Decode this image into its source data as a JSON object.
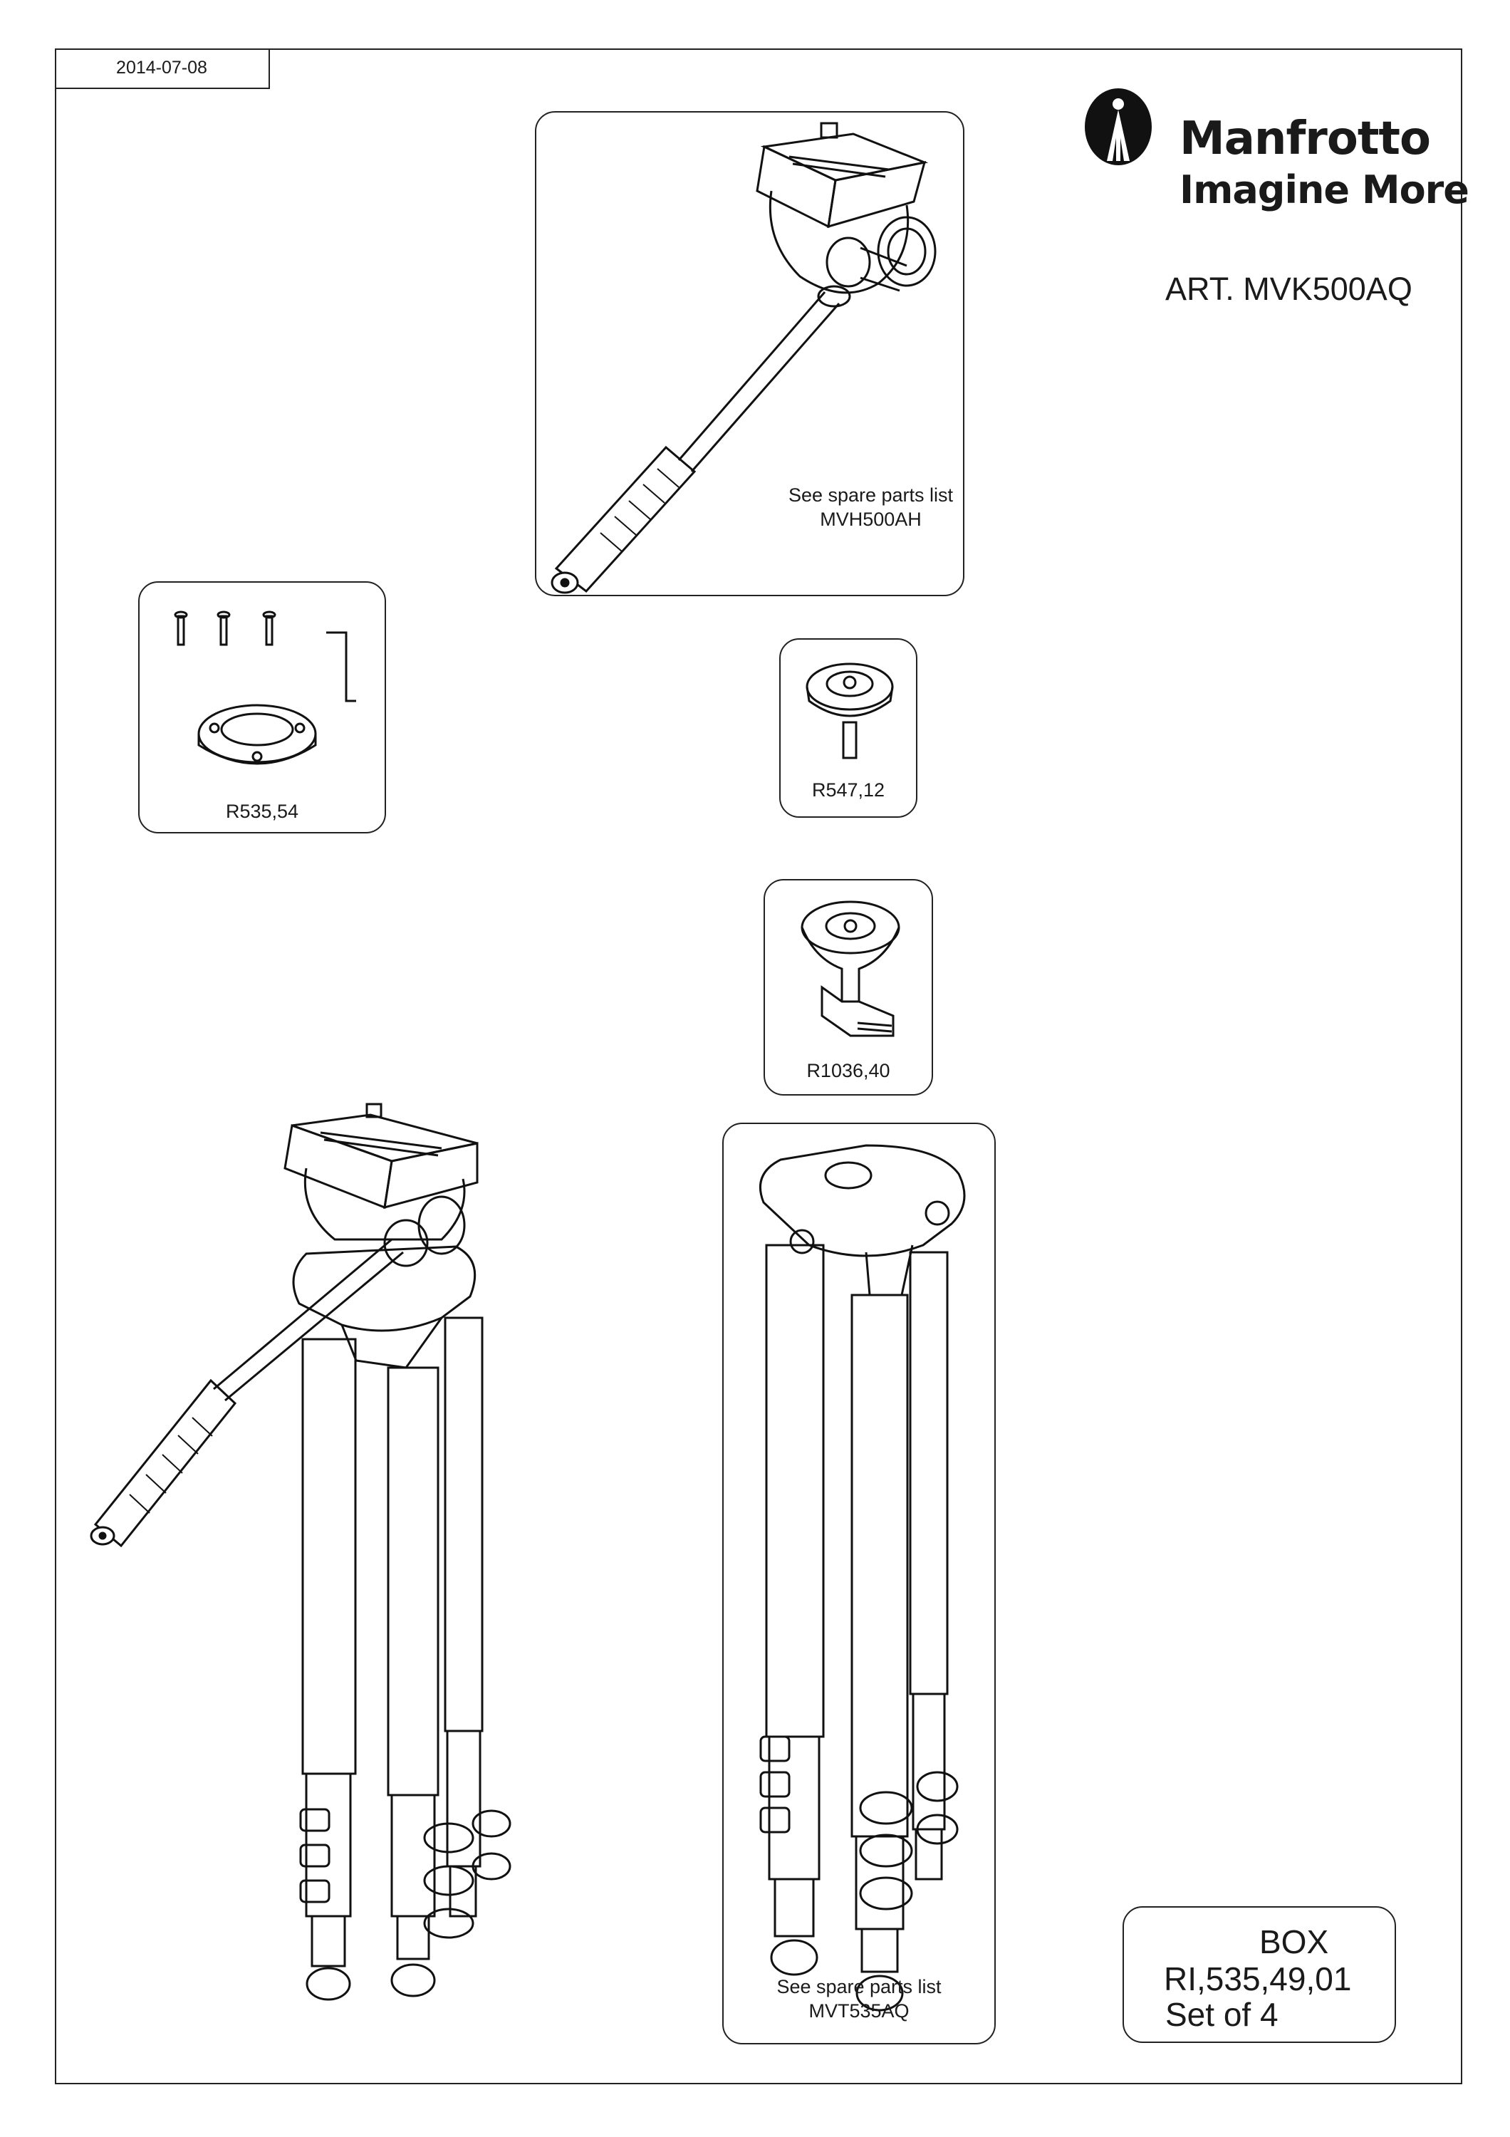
{
  "date": "2014-07-08",
  "brand": {
    "name": "Manfrotto",
    "tagline": "Imagine More"
  },
  "article": "ART. MVK500AQ",
  "parts": {
    "video_head": {
      "line1": "See spare parts list",
      "line2": "MVH500AH"
    },
    "screw_kit": {
      "code": "R535,54"
    },
    "adapter_plate": {
      "code": "R547,12"
    },
    "leveling_bowl": {
      "code": "R1036,40"
    },
    "tripod_legs": {
      "line1": "See spare parts list",
      "line2": "MVT535AQ"
    }
  },
  "box": {
    "line1": "BOX",
    "line2": "RI,535,49,01",
    "line3": "Set of 4"
  }
}
